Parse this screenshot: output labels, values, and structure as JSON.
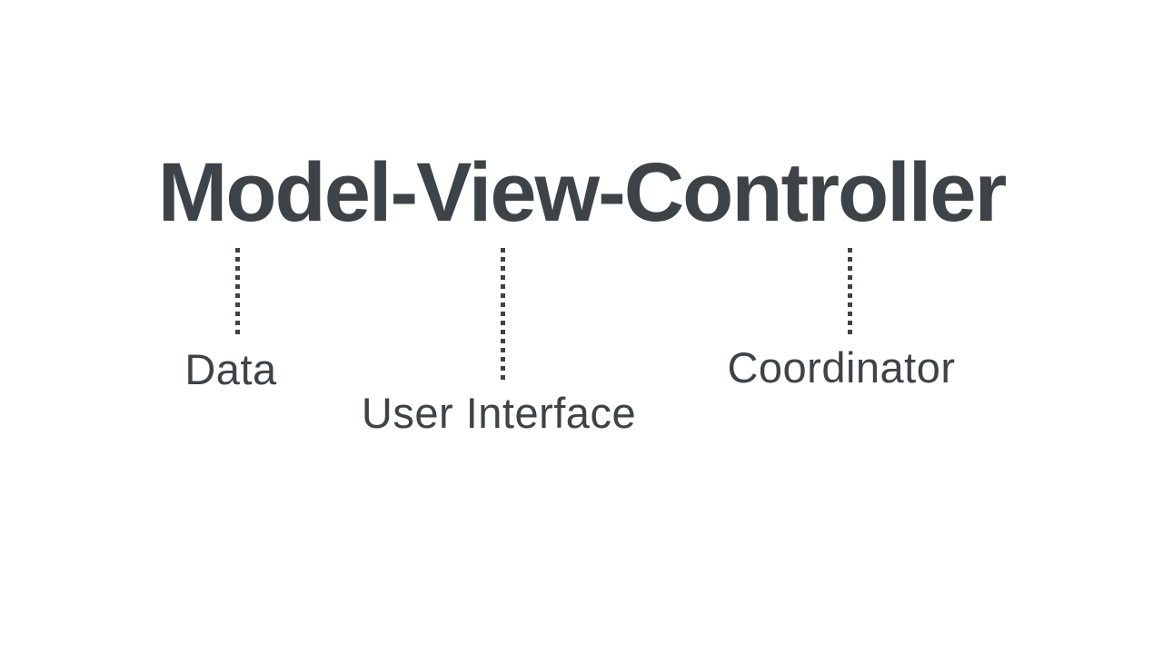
{
  "diagram": {
    "title": "Model-View-Controller",
    "annotations": [
      {
        "term": "Model",
        "label": "Data"
      },
      {
        "term": "View",
        "label": "User Interface"
      },
      {
        "term": "Controller",
        "label": "Coordinator"
      }
    ],
    "colors": {
      "background": "#ffffff",
      "text": "#3e4347",
      "connector": "#3e4347"
    }
  }
}
